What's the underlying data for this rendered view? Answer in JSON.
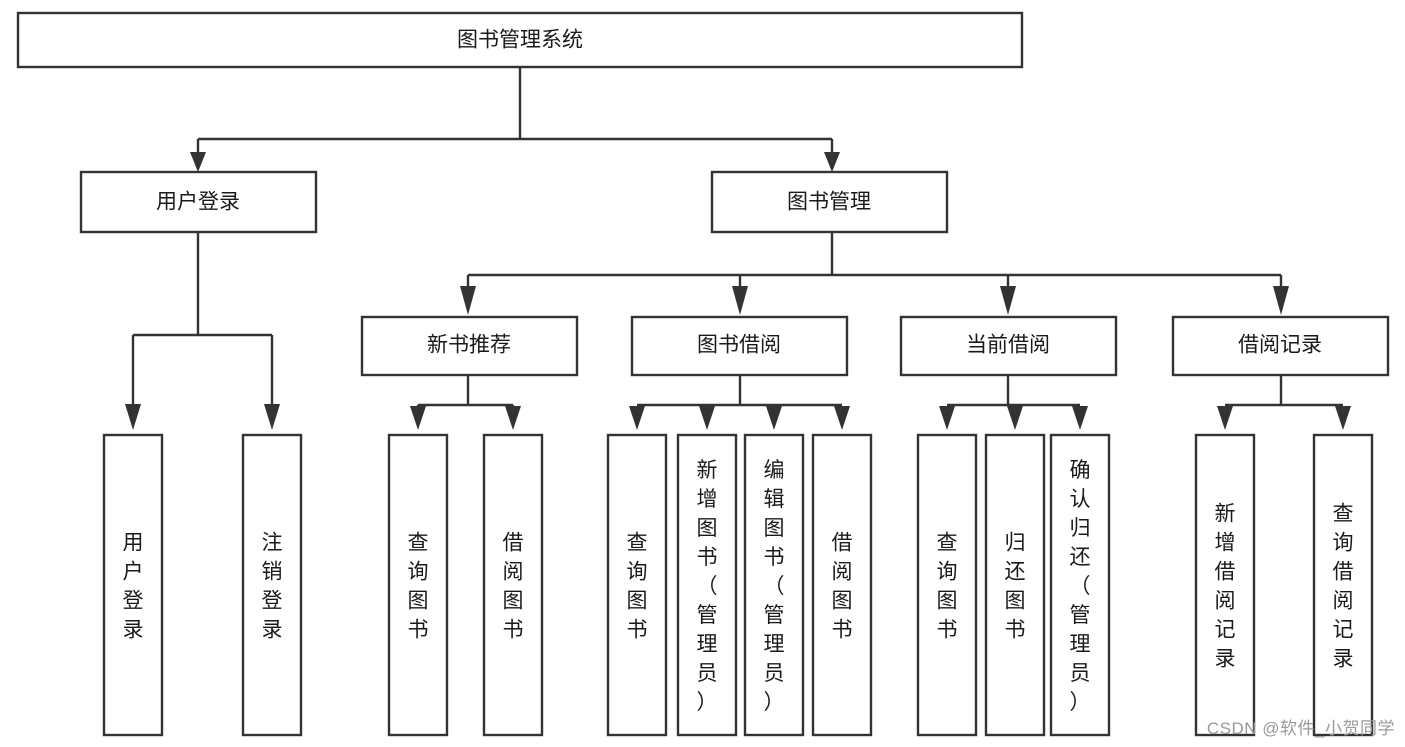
{
  "diagram": {
    "type": "tree-hierarchy",
    "title": "图书管理系统",
    "orientation": "top-down",
    "nodes": {
      "root": {
        "label": "图书管理系统"
      },
      "level2": [
        {
          "id": "user-login",
          "label": "用户登录"
        },
        {
          "id": "book-manage",
          "label": "图书管理"
        }
      ],
      "level3": [
        {
          "id": "new-book-recommend",
          "label": "新书推荐"
        },
        {
          "id": "book-borrow",
          "label": "图书借阅"
        },
        {
          "id": "current-borrow",
          "label": "当前借阅"
        },
        {
          "id": "borrow-record",
          "label": "借阅记录"
        }
      ],
      "leaves": [
        {
          "id": "leaf-user-login",
          "label": "用户登录",
          "parent": "user-login"
        },
        {
          "id": "leaf-logout-login",
          "label": "注销登录",
          "parent": "user-login"
        },
        {
          "id": "leaf-query-book-1",
          "label": "查询图书",
          "parent": "new-book-recommend"
        },
        {
          "id": "leaf-borrow-book-1",
          "label": "借阅图书",
          "parent": "new-book-recommend"
        },
        {
          "id": "leaf-query-book-2",
          "label": "查询图书",
          "parent": "book-borrow"
        },
        {
          "id": "leaf-add-book",
          "label": "新增图书（管理员）",
          "parent": "book-borrow"
        },
        {
          "id": "leaf-edit-book",
          "label": "编辑图书（管理员）",
          "parent": "book-borrow"
        },
        {
          "id": "leaf-borrow-book-2",
          "label": "借阅图书",
          "parent": "book-borrow"
        },
        {
          "id": "leaf-query-book-3",
          "label": "查询图书",
          "parent": "current-borrow"
        },
        {
          "id": "leaf-return-book",
          "label": "归还图书",
          "parent": "current-borrow"
        },
        {
          "id": "leaf-confirm-return",
          "label": "确认归还（管理员）",
          "parent": "current-borrow"
        },
        {
          "id": "leaf-add-borrow-record",
          "label": "新增借阅记录",
          "parent": "borrow-record"
        },
        {
          "id": "leaf-query-borrow-record",
          "label": "查询借阅记录",
          "parent": "borrow-record"
        }
      ]
    },
    "colors": {
      "stroke": "#333333",
      "fill": "#ffffff",
      "text": "#1a1a1a",
      "watermark": "#9a9a9a"
    }
  },
  "watermark": {
    "text": "CSDN @软件_小贺同学"
  }
}
